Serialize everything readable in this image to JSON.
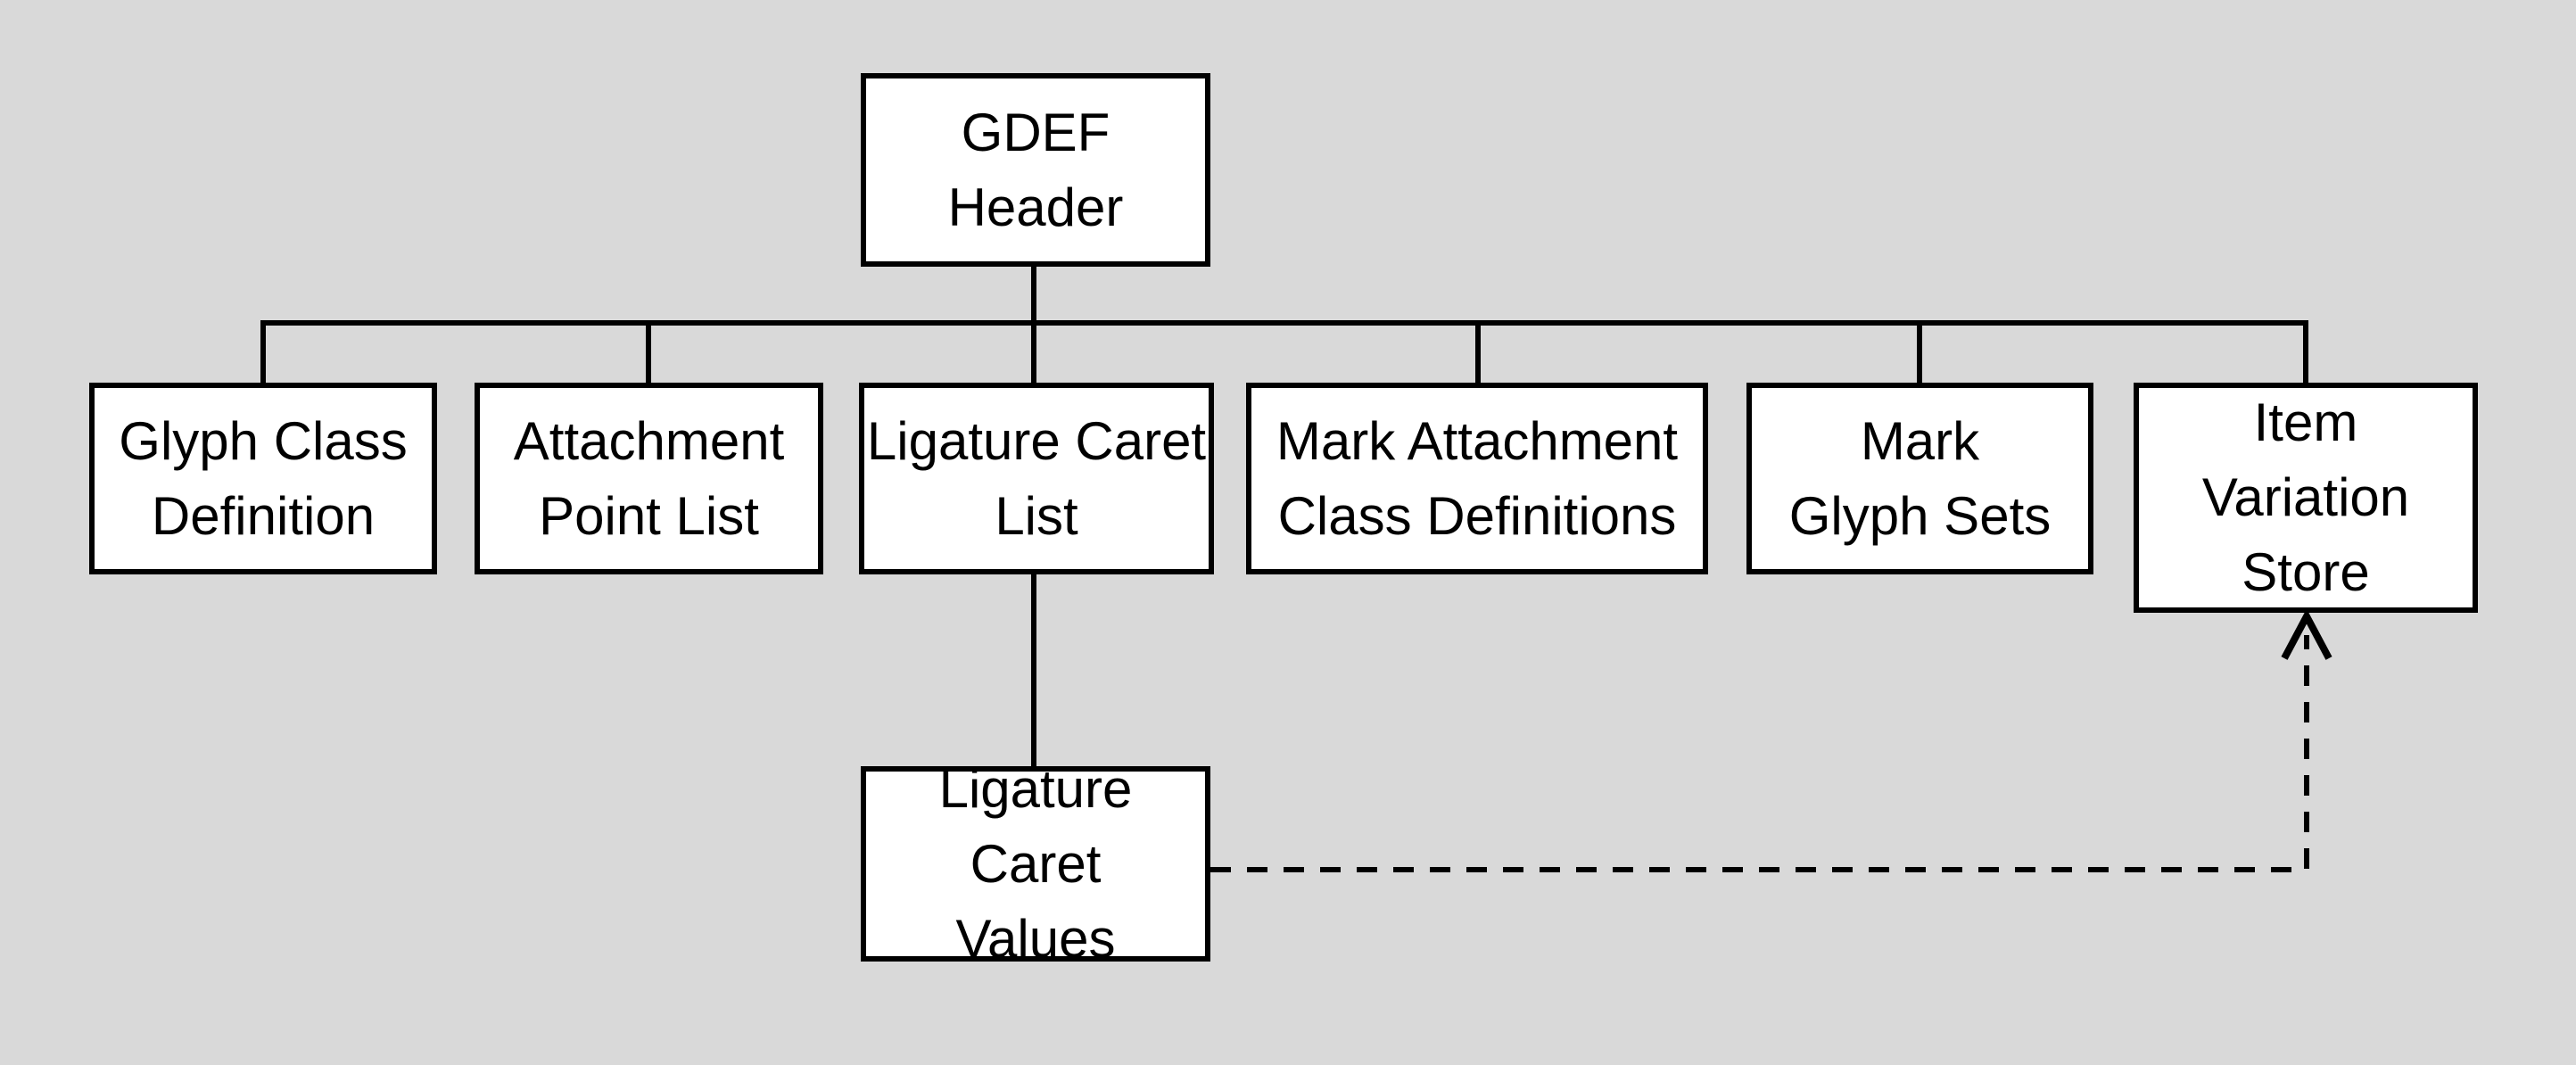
{
  "colors": {
    "background": "#d9d9d9",
    "box_fill": "#ffffff",
    "line": "#000000"
  },
  "diagram": {
    "type": "hierarchy",
    "nodes": [
      {
        "id": "gdef-header",
        "label": "GDEF\nHeader"
      },
      {
        "id": "glyph-class-definition",
        "label": "Glyph Class\nDefinition"
      },
      {
        "id": "attachment-point-list",
        "label": "Attachment\nPoint List"
      },
      {
        "id": "ligature-caret-list",
        "label": "Ligature Caret\nList"
      },
      {
        "id": "mark-attachment-class-definitions",
        "label": "Mark Attachment\nClass Definitions"
      },
      {
        "id": "mark-glyph-sets",
        "label": "Mark\nGlyph Sets"
      },
      {
        "id": "item-variation-store",
        "label": "Item\nVariation\nStore"
      },
      {
        "id": "ligature-caret-values",
        "label": "Ligature Caret\nValues"
      }
    ],
    "edges": [
      {
        "from": "gdef-header",
        "to": "glyph-class-definition",
        "style": "solid"
      },
      {
        "from": "gdef-header",
        "to": "attachment-point-list",
        "style": "solid"
      },
      {
        "from": "gdef-header",
        "to": "ligature-caret-list",
        "style": "solid"
      },
      {
        "from": "gdef-header",
        "to": "mark-attachment-class-definitions",
        "style": "solid"
      },
      {
        "from": "gdef-header",
        "to": "mark-glyph-sets",
        "style": "solid"
      },
      {
        "from": "gdef-header",
        "to": "item-variation-store",
        "style": "solid"
      },
      {
        "from": "ligature-caret-list",
        "to": "ligature-caret-values",
        "style": "solid"
      },
      {
        "from": "ligature-caret-values",
        "to": "item-variation-store",
        "style": "dashed-arrow"
      }
    ]
  }
}
